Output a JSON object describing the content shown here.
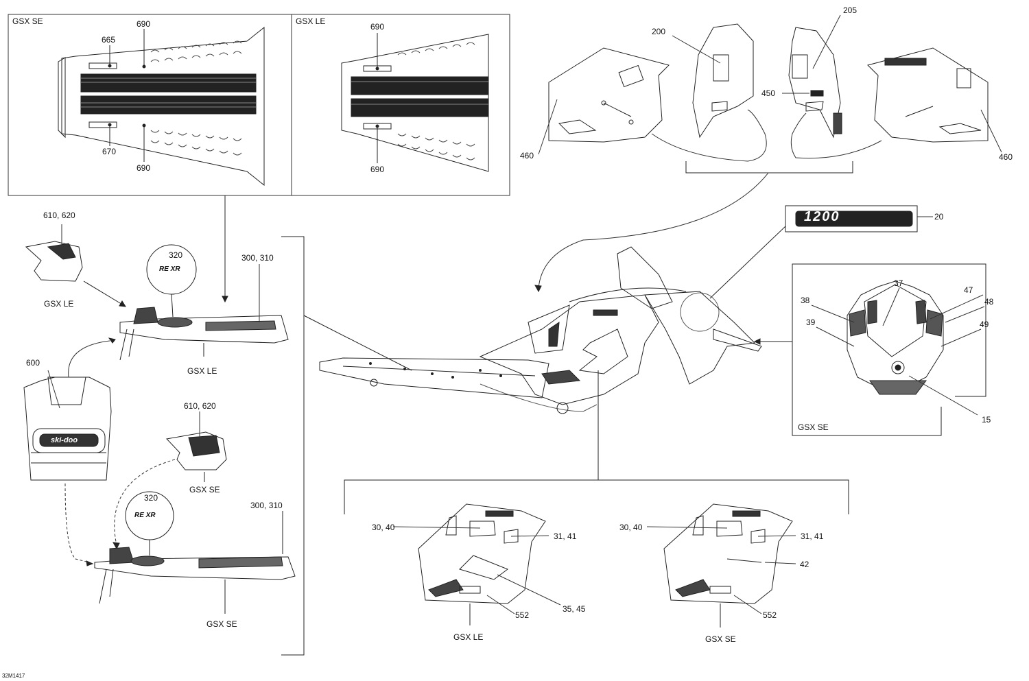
{
  "figure_id": "32M1417",
  "panels": {
    "tunnel_se": "GSX SE",
    "tunnel_le": "GSX LE",
    "front_se": "GSX SE"
  },
  "labels": {
    "p665": "665",
    "p690_a": "690",
    "p670": "670",
    "p690_b": "690",
    "p690_c": "690",
    "p690_d": "690",
    "p200": "200",
    "p205": "205",
    "p450": "450",
    "p460_l": "460",
    "p460_r": "460",
    "p20": "20",
    "p610_620_a": "610, 620",
    "gsx_le_a": "GSX LE",
    "p320_a": "320",
    "p300_310_a": "300, 310",
    "gsx_le_b": "GSX LE",
    "p600": "600",
    "p610_620_b": "610, 620",
    "gsx_se_a": "GSX SE",
    "p320_b": "320",
    "p300_310_b": "300, 310",
    "gsx_se_b": "GSX SE",
    "p37": "37",
    "p38": "38",
    "p39": "39",
    "p47": "47",
    "p48": "48",
    "p49": "49",
    "p15": "15",
    "p30_40_a": "30, 40",
    "p31_41_a": "31, 41",
    "p35_45": "35, 45",
    "p552_a": "552",
    "gsx_le_c": "GSX LE",
    "p30_40_b": "30, 40",
    "p31_41_b": "31, 41",
    "p42": "42",
    "p552_b": "552",
    "gsx_se_c": "GSX SE"
  },
  "decal_text": {
    "engine_badge": "1200",
    "brand": "ski-doo",
    "model_badge": "RE XR"
  }
}
